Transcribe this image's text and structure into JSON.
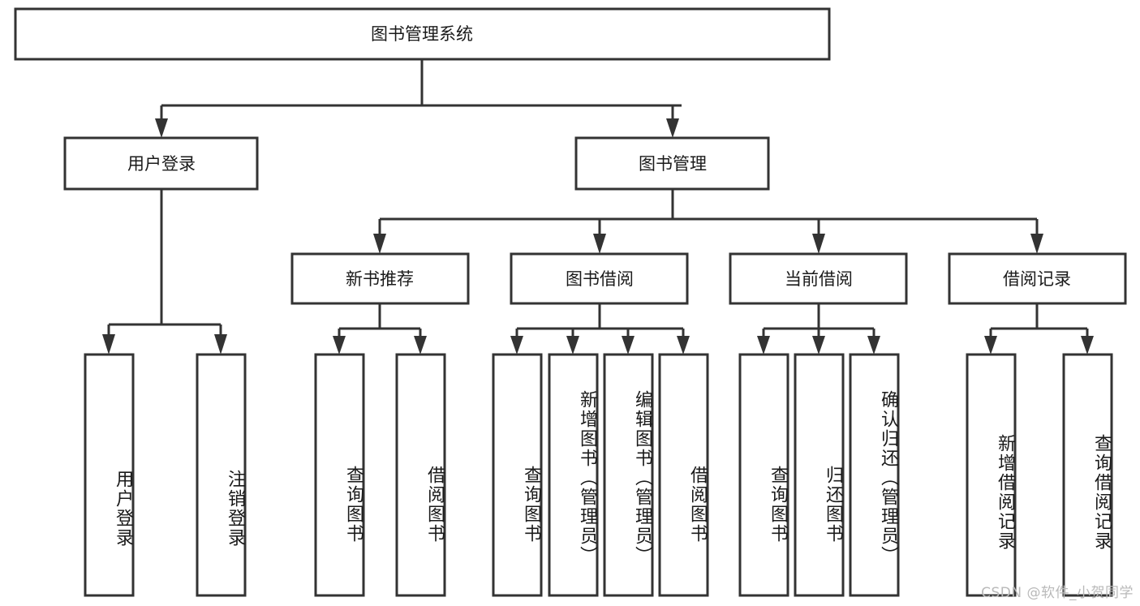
{
  "diagram": {
    "title": "图书管理系统",
    "type": "hierarchy-tree",
    "root": {
      "id": "root",
      "label": "图书管理系统",
      "orientation": "horizontal"
    },
    "level2": [
      {
        "id": "user-login",
        "label": "用户登录",
        "orientation": "horizontal"
      },
      {
        "id": "book-management",
        "label": "图书管理",
        "orientation": "horizontal"
      }
    ],
    "level3": [
      {
        "id": "new-book-recommend",
        "label": "新书推荐",
        "orientation": "horizontal",
        "parent": "book-management"
      },
      {
        "id": "book-borrow",
        "label": "图书借阅",
        "orientation": "horizontal",
        "parent": "book-management"
      },
      {
        "id": "current-borrow",
        "label": "当前借阅",
        "orientation": "horizontal",
        "parent": "book-management"
      },
      {
        "id": "borrow-record",
        "label": "借阅记录",
        "orientation": "horizontal",
        "parent": "book-management"
      }
    ],
    "leaves": [
      {
        "id": "leaf-user-login",
        "label": "用户登录",
        "orientation": "vertical",
        "parent": "user-login"
      },
      {
        "id": "leaf-logout-login",
        "label": "注销登录",
        "orientation": "vertical",
        "parent": "user-login"
      },
      {
        "id": "leaf-query-book-1",
        "label": "查询图书",
        "orientation": "vertical",
        "parent": "new-book-recommend"
      },
      {
        "id": "leaf-borrow-book-1",
        "label": "借阅图书",
        "orientation": "vertical",
        "parent": "new-book-recommend"
      },
      {
        "id": "leaf-query-book-2",
        "label": "查询图书",
        "orientation": "vertical",
        "parent": "book-borrow"
      },
      {
        "id": "leaf-add-book",
        "label": "新增图书（管理员）",
        "orientation": "vertical",
        "parent": "book-borrow"
      },
      {
        "id": "leaf-edit-book",
        "label": "编辑图书（管理员）",
        "orientation": "vertical",
        "parent": "book-borrow"
      },
      {
        "id": "leaf-borrow-book-2",
        "label": "借阅图书",
        "orientation": "vertical",
        "parent": "book-borrow"
      },
      {
        "id": "leaf-query-book-3",
        "label": "查询图书",
        "orientation": "vertical",
        "parent": "current-borrow"
      },
      {
        "id": "leaf-return-book",
        "label": "归还图书",
        "orientation": "vertical",
        "parent": "current-borrow"
      },
      {
        "id": "leaf-confirm-return",
        "label": "确认归还（管理员）",
        "orientation": "vertical",
        "parent": "current-borrow"
      },
      {
        "id": "leaf-add-record",
        "label": "新增借阅记录",
        "orientation": "vertical",
        "parent": "borrow-record"
      },
      {
        "id": "leaf-query-record",
        "label": "查询借阅记录",
        "orientation": "vertical",
        "parent": "borrow-record"
      }
    ],
    "colors": {
      "stroke": "#333333",
      "fill": "#ffffff",
      "text": "#1a1a1a",
      "watermark": "#b9b9b9",
      "background": "#ffffff"
    }
  },
  "watermark": {
    "text": "CSDN @软件_小贺同学"
  }
}
